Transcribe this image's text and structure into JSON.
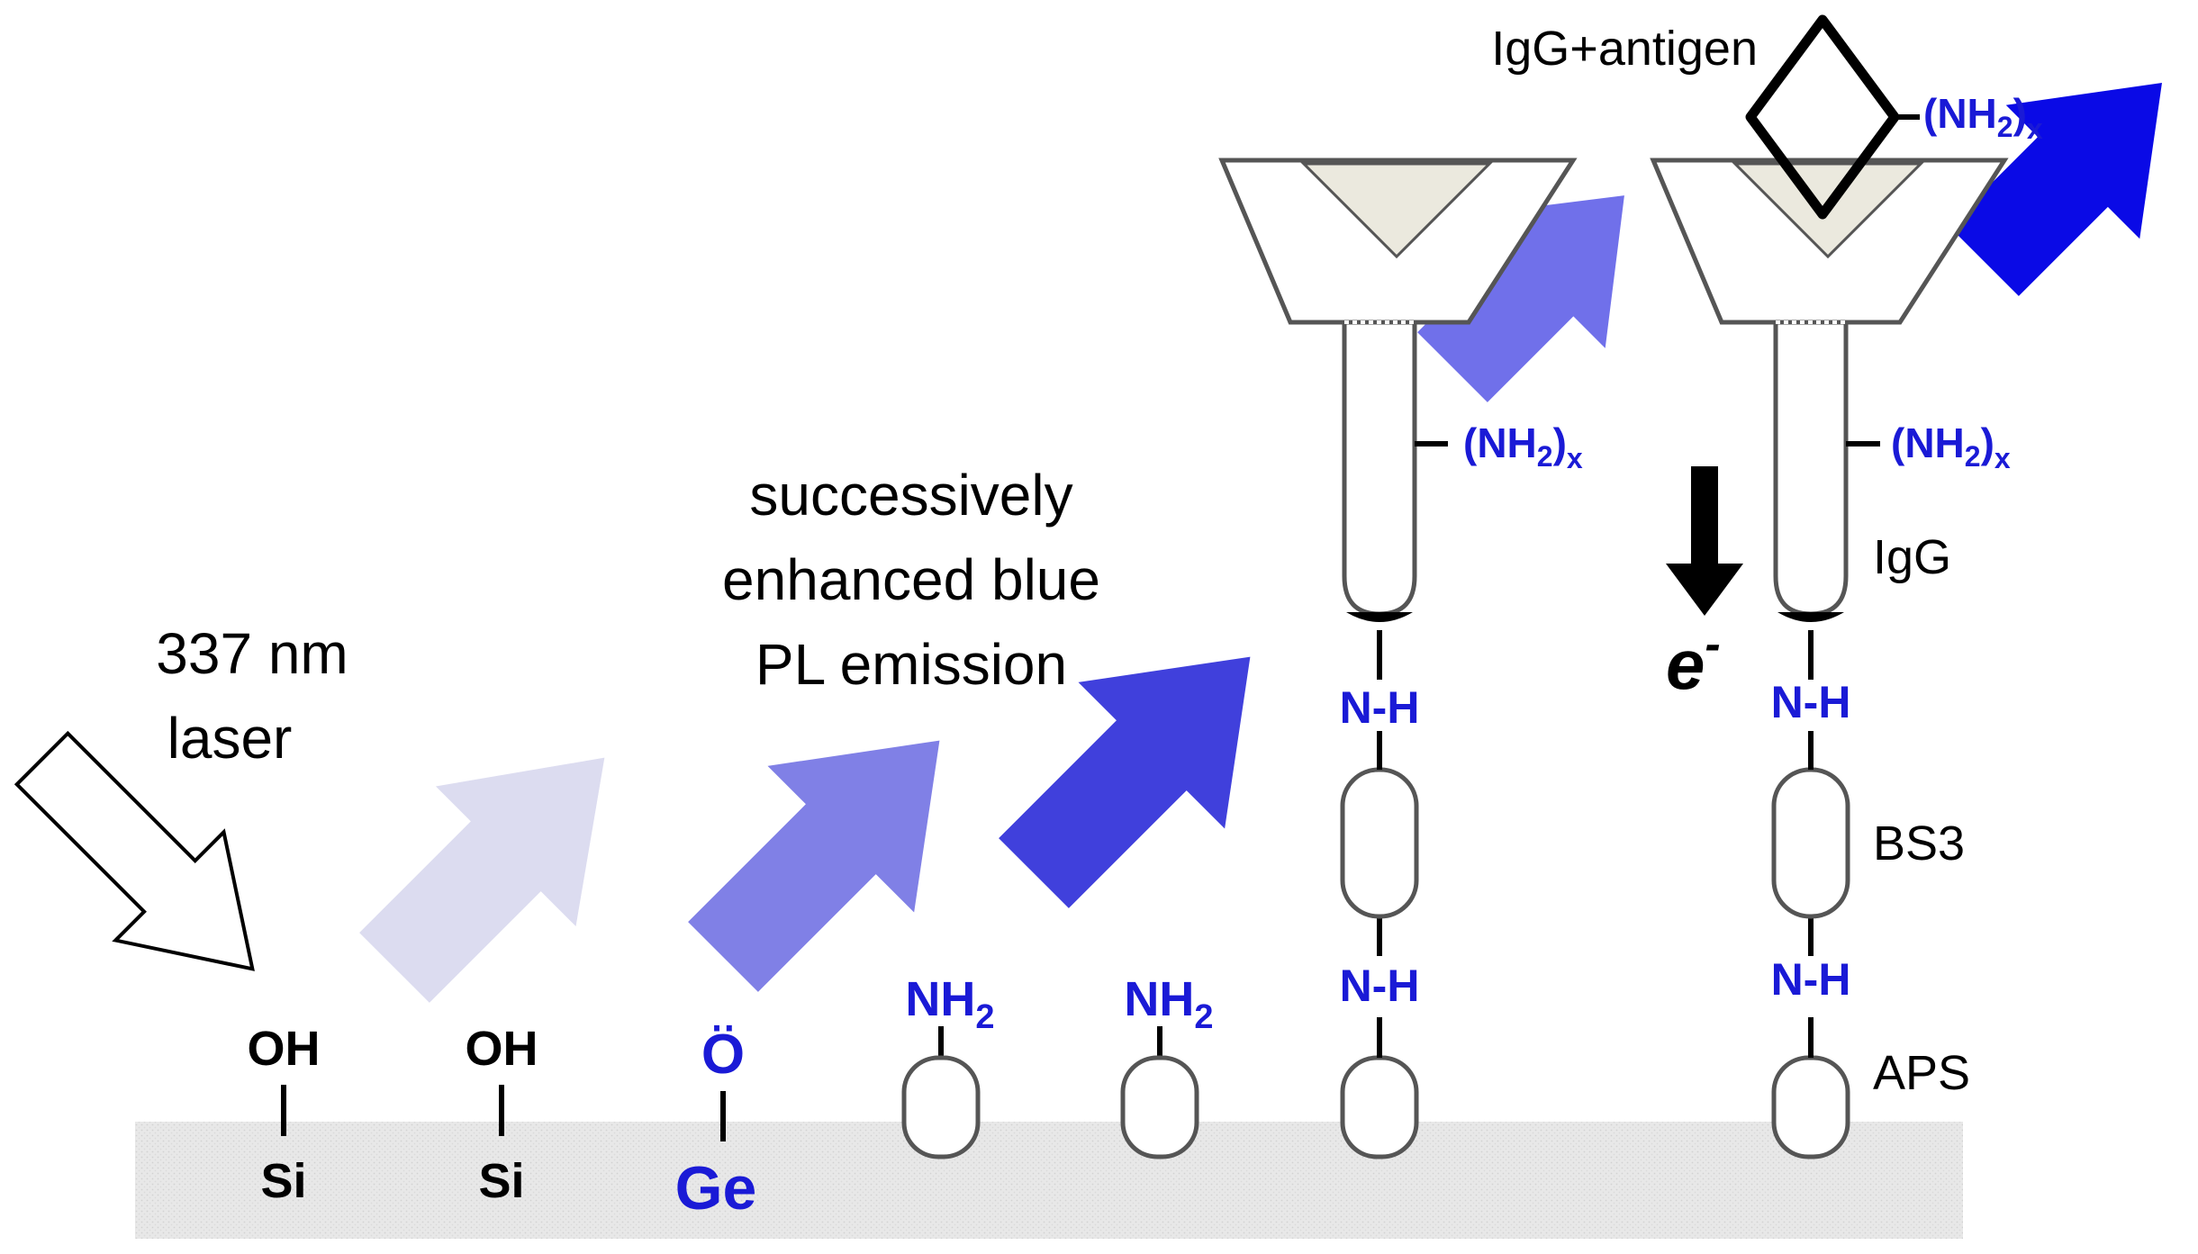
{
  "labels": {
    "laser_line1": "337 nm",
    "laser_line2": "laser",
    "emission_line1": "successively",
    "emission_line2": "enhanced blue",
    "emission_line3": "PL emission",
    "igg_antigen": "IgG+antigen",
    "igg": "IgG",
    "bs3": "BS3",
    "aps": "APS",
    "electron": "e",
    "electron_sup": "-"
  },
  "surface_groups": [
    {
      "top": "OH",
      "bottom": "Si"
    },
    {
      "top": "OH",
      "bottom": "Si"
    },
    {
      "top": "Ö",
      "bottom": "Ge"
    }
  ],
  "amine_label": "NH",
  "amine_sub": "2",
  "amide_label": "N-H",
  "nh2x": {
    "open": "(NH",
    "sub2": "2",
    "close": ")",
    "subx": "x"
  },
  "colors": {
    "blue_text": "#1a1ad6",
    "arrow_1": "#dcdcf0",
    "arrow_2": "#8080e6",
    "arrow_3": "#4040dc",
    "arrow_4": "#7070ea",
    "arrow_5": "#0a0ae6",
    "substrate": "#e6e6e6",
    "antibody_fill": "#ebe9de"
  }
}
